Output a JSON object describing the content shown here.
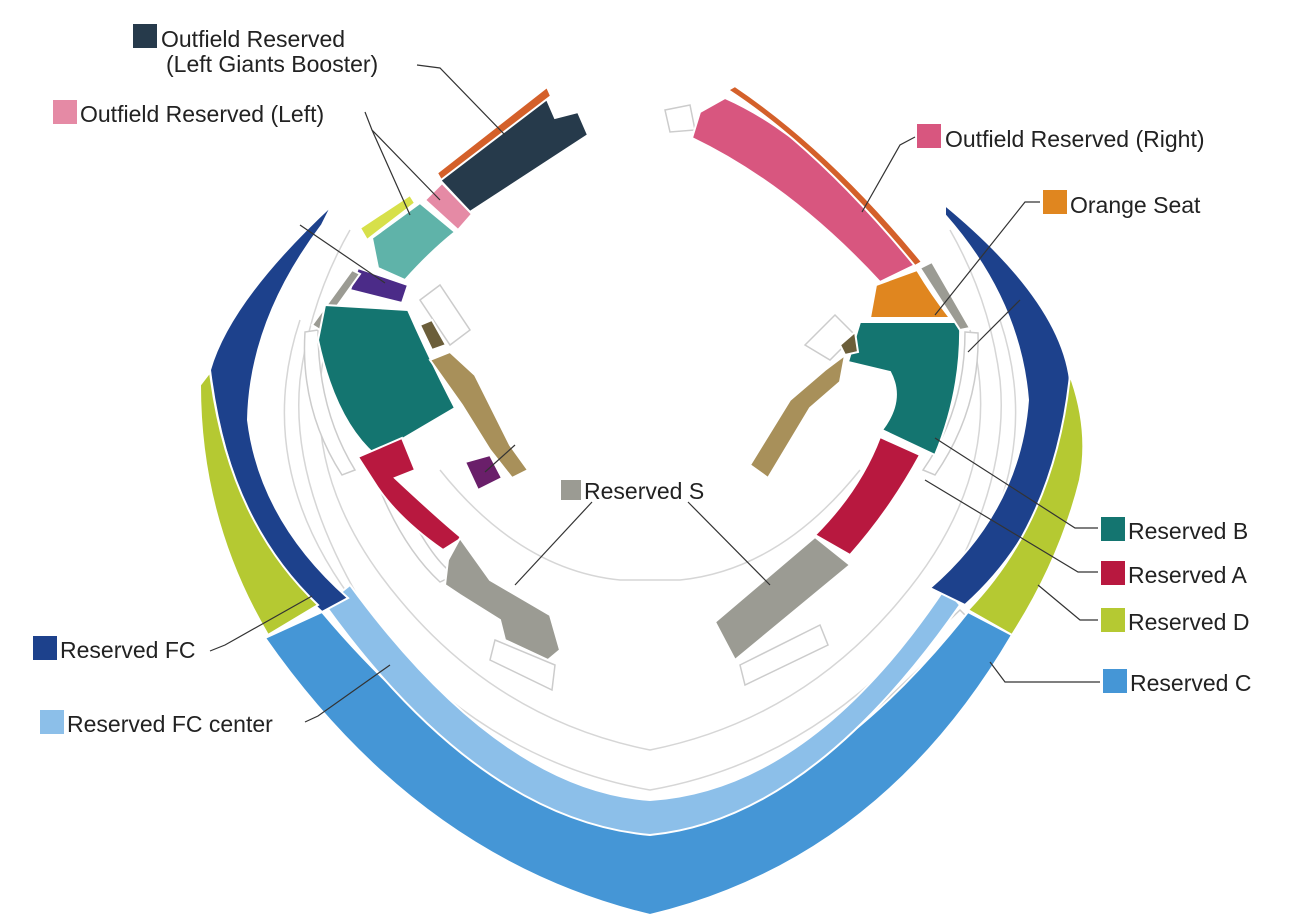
{
  "legend": {
    "lgb": {
      "line1": "Outfield Reserved",
      "line2": "(Left Giants Booster)",
      "color": "#263a4b"
    },
    "orl": {
      "label": "Outfield Reserved (Left)",
      "color": "#e58aa5"
    },
    "orr": {
      "label": "Outfield Reserved (Right)",
      "color": "#d8567f"
    },
    "orange": {
      "label": "Orange Seat",
      "color": "#e0861f"
    },
    "rs": {
      "label": "Reserved S",
      "color": "#9b9b93"
    },
    "rb": {
      "label": "Reserved B",
      "color": "#147570"
    },
    "ra": {
      "label": "Reserved A",
      "color": "#b8183f"
    },
    "rd": {
      "label": "Reserved D",
      "color": "#b5c932"
    },
    "rc": {
      "label": "Reserved C",
      "color": "#4596d6"
    },
    "rfc": {
      "label": "Reserved FC",
      "color": "#1d418c"
    },
    "rfcc": {
      "label": "Reserved FC center",
      "color": "#8cbfe9"
    }
  },
  "colors": {
    "purple": "#4b2b88",
    "magenta": "#6a1f6a",
    "tan": "#a8905a",
    "olive": "#6b5e3a",
    "mint": "#5fb3a9",
    "lime": "#d7e04a",
    "brown_stripe": "#d4602a",
    "gray": "#9b9b93",
    "outline": "#cccccc"
  }
}
